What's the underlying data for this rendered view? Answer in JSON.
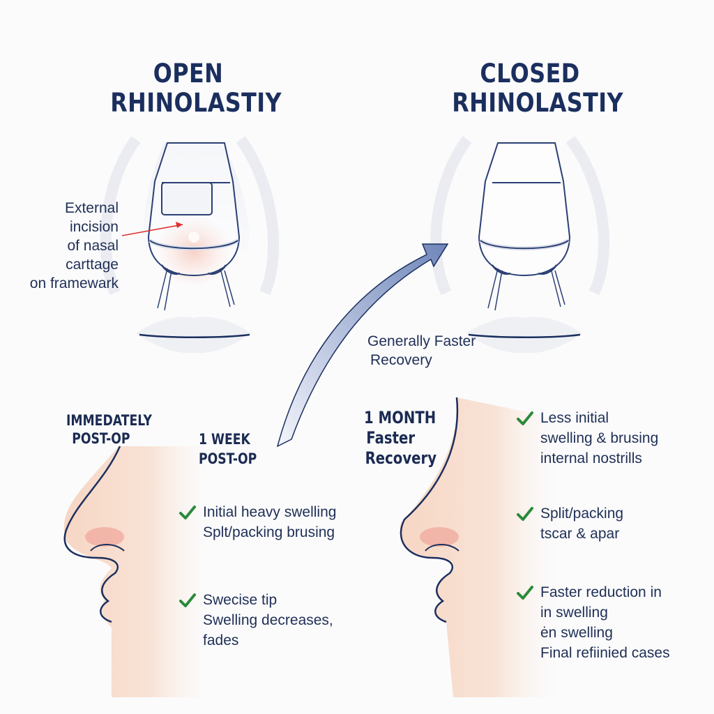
{
  "titles": {
    "open": [
      "OPEN",
      "RHINOLASTIY"
    ],
    "closed": [
      "CLOSED",
      "RHINOLASTIY"
    ]
  },
  "annotations": {
    "incision": [
      "External incision",
      "of nasal carttage",
      "on framewark"
    ],
    "recovery": [
      "Generally Faster",
      "Recovery"
    ]
  },
  "stages": {
    "immediately": [
      "IMMEDATELY",
      "POST-OP"
    ],
    "one_week": [
      "1 WEEK",
      "POST-OP"
    ],
    "one_month": [
      "1 MONTH",
      "Faster",
      "Recovery"
    ]
  },
  "open_checks": [
    [
      "Initial heavy swelling",
      "Splt/packing brusing"
    ],
    [
      "Swecise tip",
      "Swelling decreases,",
      "fades"
    ]
  ],
  "closed_checks": [
    [
      "Less initial",
      "swelling & brusing",
      "internal nostrills"
    ],
    [
      "Split/packing",
      "tscar & apar"
    ],
    [
      "Faster reduction in",
      "in swelling",
      "ėn swelling",
      "Final refiinied cases"
    ]
  ],
  "colors": {
    "navy": "#1b2f5e",
    "check_green": "#2a8a3a",
    "skin": "#f6d9c8",
    "arrow": "#3a5a9a",
    "incision_line": "#e03030"
  },
  "icons": [
    "check-icon",
    "arrow-icon",
    "nose-splint-icon"
  ]
}
